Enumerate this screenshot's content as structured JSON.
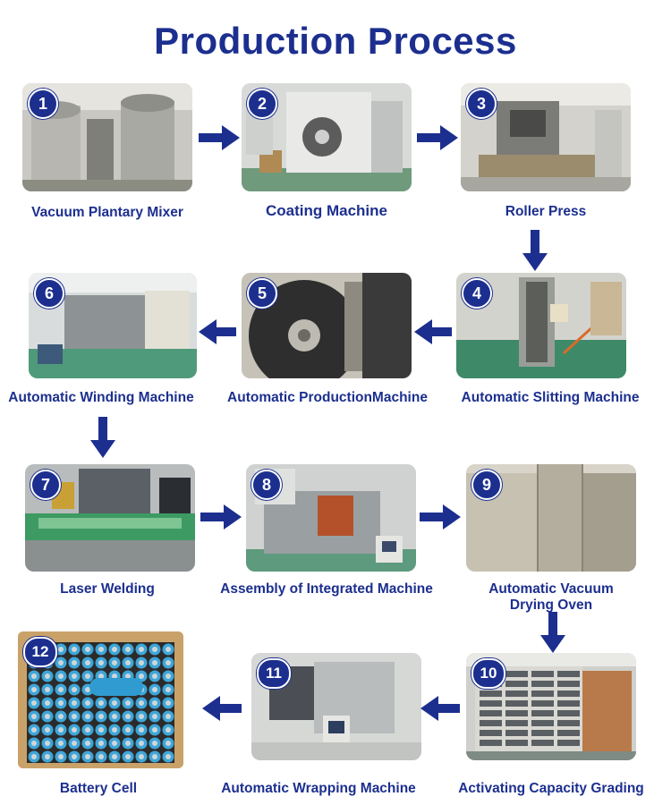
{
  "title": "Production Process",
  "accent_color": "#1c2f8f",
  "steps": [
    {
      "number": "1",
      "label": "Vacuum Plantary Mixer"
    },
    {
      "number": "2",
      "label": "Coating Machine"
    },
    {
      "number": "3",
      "label": "Roller Press"
    },
    {
      "number": "4",
      "label": "Automatic Slitting Machine"
    },
    {
      "number": "5",
      "label": "Automatic ProductionMachine"
    },
    {
      "number": "6",
      "label": "Automatic Winding Machine"
    },
    {
      "number": "7",
      "label": "Laser Welding"
    },
    {
      "number": "8",
      "label": "Assembly of Integrated Machine"
    },
    {
      "number": "9",
      "label": "Automatic Vacuum Drying Oven"
    },
    {
      "number": "10",
      "label": "Activating Capacity Grading"
    },
    {
      "number": "11",
      "label": "Automatic Wrapping Machine"
    },
    {
      "number": "12",
      "label": "Battery Cell"
    }
  ]
}
